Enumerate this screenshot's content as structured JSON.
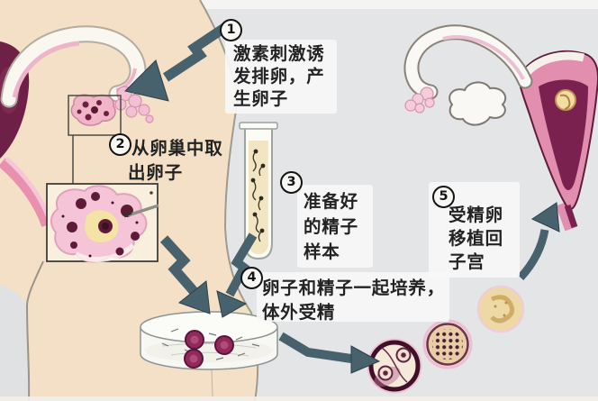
{
  "steps": [
    {
      "num": "1",
      "text": "激素刺激诱发排卵，产生卵子",
      "lines": [
        "激素刺激诱",
        "发排卵，产",
        "生卵子"
      ]
    },
    {
      "num": "2",
      "text": "从卵巢中取出卵子",
      "lines": [
        "从卵巢中取",
        "出卵子"
      ]
    },
    {
      "num": "3",
      "text": "准备好的精子样本",
      "lines": [
        "准备好",
        "的精子",
        "样本"
      ]
    },
    {
      "num": "4",
      "text": "卵子和精子一起培养，体外受精",
      "lines": [
        "卵子和精子一起培养，",
        "体外受精"
      ]
    },
    {
      "num": "5",
      "text": "受精卵移植回子宫",
      "lines": [
        "受精卵",
        "移植回",
        "子宫"
      ]
    }
  ],
  "colors": {
    "background": "#e3e5e7",
    "skin": "#f4e0c6",
    "arrow": "#47626d",
    "uterus_pink": "#e28eae",
    "uterus_cavity": "#7a2150",
    "egg_dark": "#93285a",
    "ovary_pink": "#f5c4d6",
    "follicle_yellow": "#f3e3a4",
    "embryo_tan": "#eed9a6",
    "text": "#232323"
  }
}
